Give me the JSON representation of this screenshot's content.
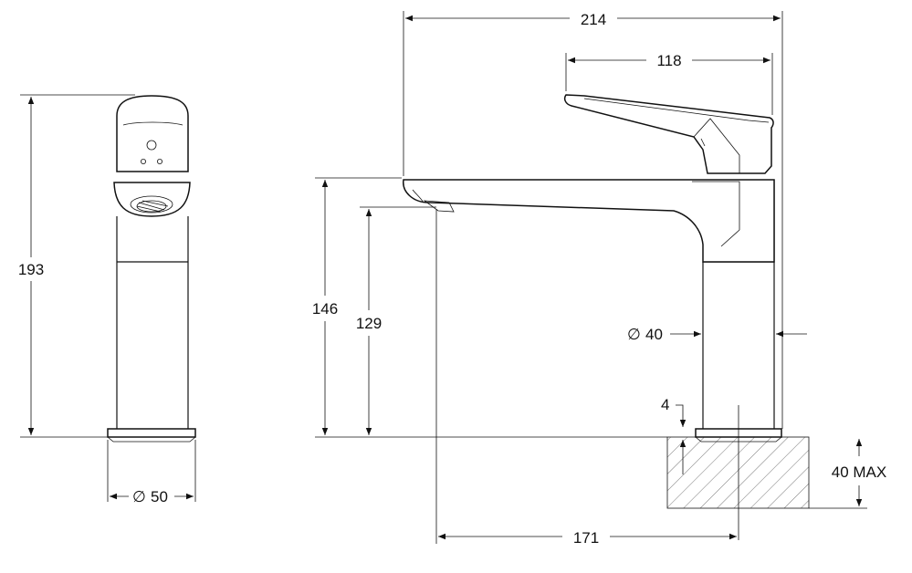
{
  "dimensions": {
    "side_height": "193",
    "side_base_diameter": "50",
    "overall_width": "214",
    "lever_length": "118",
    "spout_height": "146",
    "outlet_height": "129",
    "body_diameter": "40",
    "gap": "4",
    "reach": "171",
    "deck_thickness": "40 MAX"
  },
  "symbols": {
    "diameter": "∅"
  }
}
